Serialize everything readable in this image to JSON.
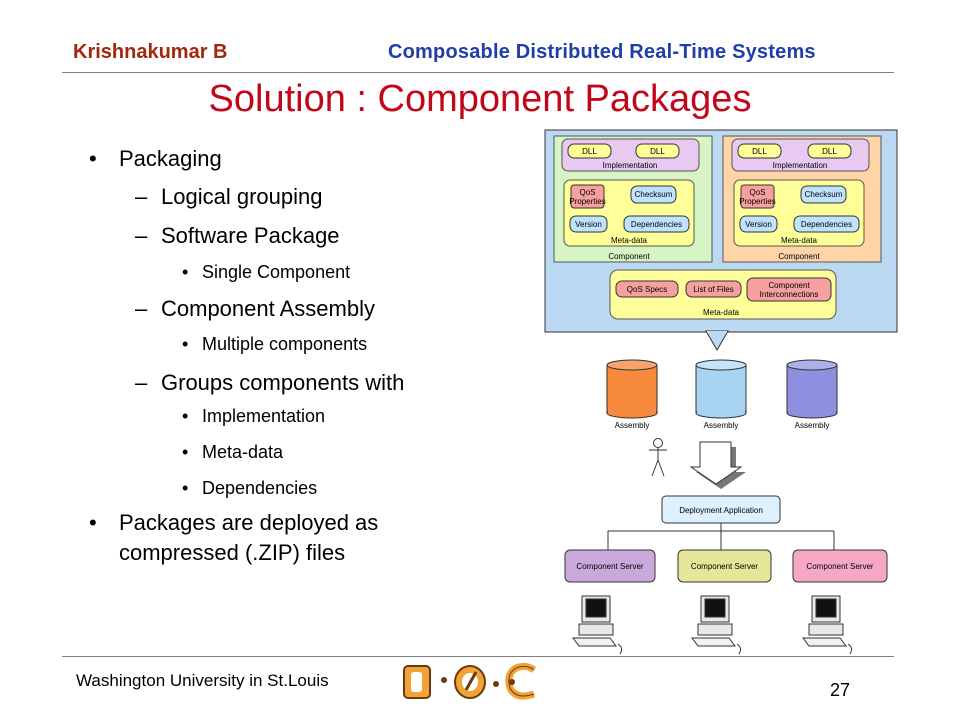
{
  "header": {
    "author": "Krishnakumar B",
    "course": "Composable Distributed Real-Time Systems"
  },
  "title": "Solution : Component Packages",
  "bullets": [
    {
      "level": 1,
      "text": "Packaging"
    },
    {
      "level": 2,
      "text": "Logical grouping"
    },
    {
      "level": 2,
      "text": "Software Package"
    },
    {
      "level": 3,
      "text": "Single Component"
    },
    {
      "level": 2,
      "text": "Component Assembly"
    },
    {
      "level": 3,
      "text": "Multiple components"
    },
    {
      "level": 2,
      "text": "Groups components with"
    },
    {
      "level": 3,
      "text": "Implementation"
    },
    {
      "level": 3,
      "text": "Meta-data"
    },
    {
      "level": 3,
      "text": "Dependencies"
    },
    {
      "level": 1,
      "text": "Packages are deployed as"
    },
    {
      "level": 1,
      "text": "compressed (.ZIP) files"
    }
  ],
  "diagram": {
    "dll": "DLL",
    "implementation": "Implementation",
    "qos_properties": [
      "QoS",
      "Properties"
    ],
    "checksum": "Checksum",
    "version": "Version",
    "dependencies": "Dependencies",
    "meta_data": "Meta-data",
    "component": "Component",
    "qos_specs": "QoS Specs",
    "list_of_files": "List of Files",
    "component_interconnections": [
      "Component",
      "Interconnections"
    ],
    "assembly": "Assembly",
    "deployment_application": "Deployment Application",
    "component_server": "Component Server"
  },
  "footer": {
    "institution": "Washington University in St.Louis",
    "page": "27"
  },
  "colors": {
    "author": "#a0280e",
    "course": "#1f3ea8",
    "title": "#c2071a",
    "package_bg": "#bcd9f4",
    "assembly_orange": "#f78a3c",
    "assembly_blue": "#a9d3f2",
    "assembly_purple": "#8f8fe0"
  }
}
